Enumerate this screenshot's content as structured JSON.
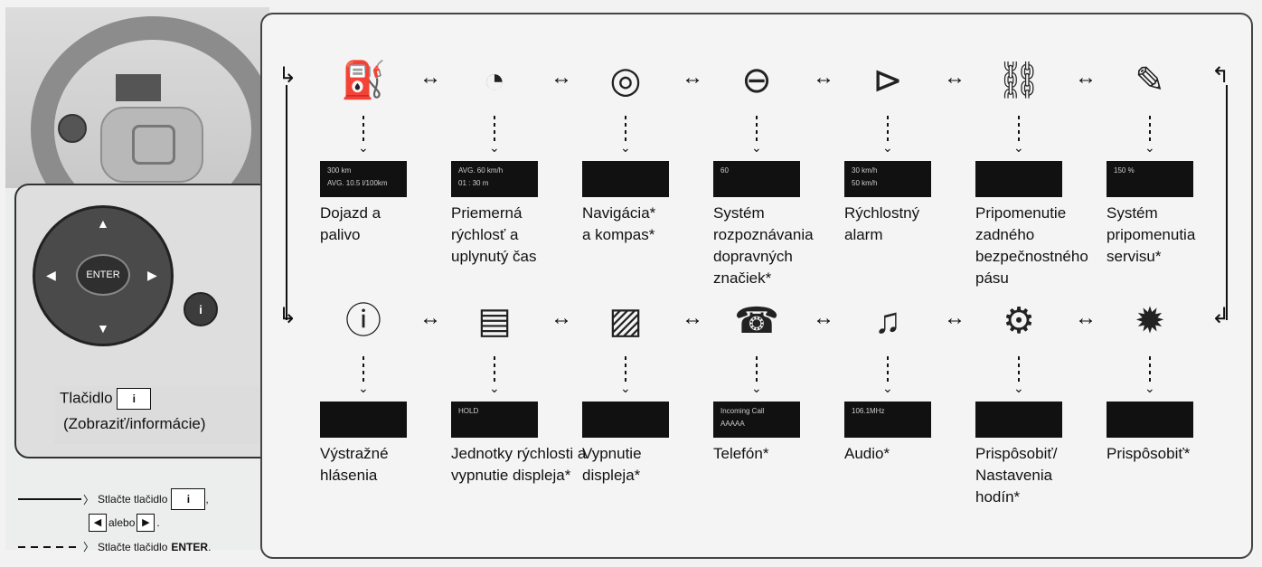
{
  "button_label": {
    "line1": "Tlačidlo",
    "line2": "(Zobraziť/informácie)"
  },
  "controls": {
    "enter": "ENTER",
    "info_icon": "info-icon"
  },
  "legend": {
    "solid_text": "Stlačte tlačidlo",
    "solid_or": "alebo",
    "dashed_text": "Stlačte tlačidlo",
    "dashed_key": "ENTER",
    "solid_end": ",",
    "dashed_end": ".",
    "or_end": "."
  },
  "top_row": [
    {
      "label": "Dojazd a\npalivo",
      "icon": "fuel-icon",
      "screen": [
        "300 km",
        "AVG. 10.5 l/100km"
      ]
    },
    {
      "label": "Priemerná\nrýchlosť a\nuplynutý čas",
      "icon": "avg-speed-icon",
      "screen": [
        "AVG. 60 km/h",
        "01 : 30 m"
      ]
    },
    {
      "label": "Navigácia*\na kompas*",
      "icon": "compass-icon",
      "screen": []
    },
    {
      "label": "Systém\nrozpoznávania\ndopravných značiek*",
      "icon": "traffic-sign-icon",
      "screen": [
        "60"
      ]
    },
    {
      "label": "Rýchlostný\nalarm",
      "icon": "speed-alarm-icon",
      "screen": [
        "30 km/h",
        "50 km/h"
      ]
    },
    {
      "label": "Pripomenutie\nzadného\nbezpečnostného\npásu",
      "icon": "seatbelt-icon",
      "screen": []
    },
    {
      "label": "Systém\npripomenutia\nservisu*",
      "icon": "wrench-icon",
      "screen": [
        "150 %"
      ]
    }
  ],
  "bottom_row": [
    {
      "label": "Výstražné\nhlásenia",
      "icon": "info-circle-icon",
      "screen": []
    },
    {
      "label": "Jednotky rýchlosti a\nvypnutie displeja*",
      "icon": "speed-units-icon",
      "screen": [
        "HOLD"
      ]
    },
    {
      "label": "Vypnutie\ndispleja*",
      "icon": "display-off-icon",
      "screen": []
    },
    {
      "label": "Telefón*",
      "icon": "phone-icon",
      "screen": [
        "Incoming Call",
        "AAAAA"
      ]
    },
    {
      "label": "Audio*",
      "icon": "music-note-icon",
      "screen": [
        "106.1MHz"
      ]
    },
    {
      "label": "Prispôsobiť/\nNastavenia\nhodín*",
      "icon": "clock-gear-icon",
      "screen": []
    },
    {
      "label": "Prispôsobiť*",
      "icon": "gear-icon",
      "screen": []
    }
  ]
}
